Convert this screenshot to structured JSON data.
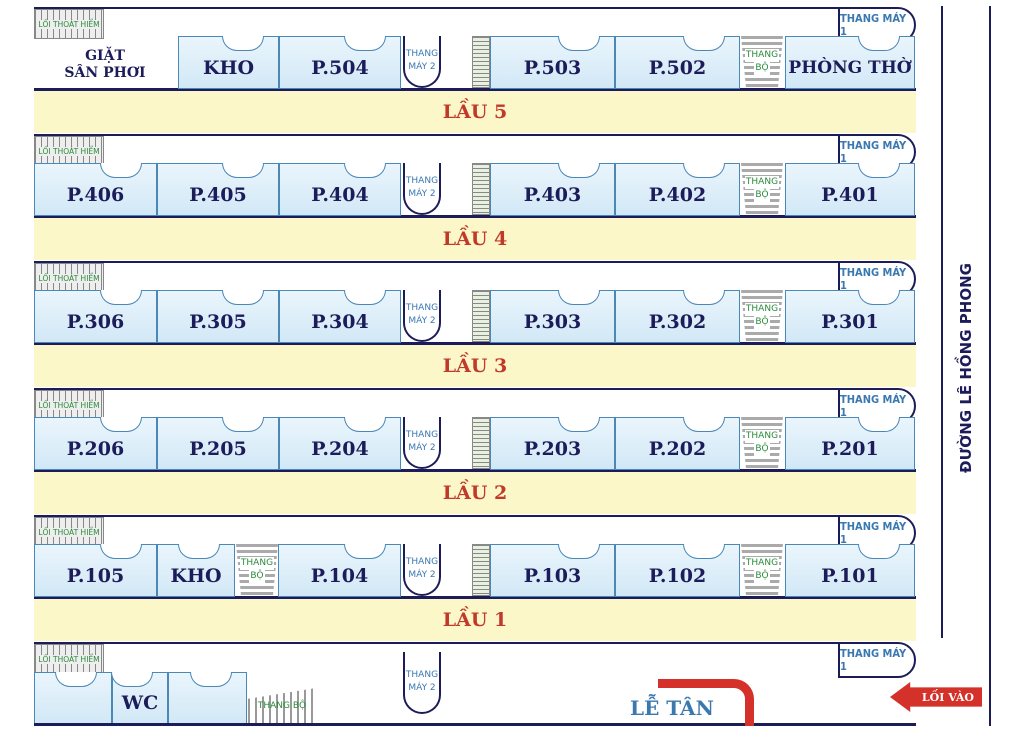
{
  "common": {
    "thang_may_1": "THANG MÁY 1",
    "thang_may_2": [
      "THANG",
      "MÁY 2"
    ],
    "thang_bo": [
      "THANG",
      "BỘ"
    ],
    "loi_thoat_hiem": "LỐI THOÁT HIỂM"
  },
  "road": "ĐƯỜNG LÊ HỒNG PHONG",
  "floors": [
    {
      "label": "LẦU 5",
      "side_label": [
        "GIẶT",
        "SÂN PHƠI"
      ],
      "rooms": [
        "KHO",
        "P.504",
        "P.503",
        "P.502",
        "PHÒNG THỜ"
      ]
    },
    {
      "label": "LẦU 4",
      "rooms": [
        "P.406",
        "P.405",
        "P.404",
        "P.403",
        "P.402",
        "P.401"
      ]
    },
    {
      "label": "LẦU 3",
      "rooms": [
        "P.306",
        "P.305",
        "P.304",
        "P.303",
        "P.302",
        "P.301"
      ]
    },
    {
      "label": "LẦU 2",
      "rooms": [
        "P.206",
        "P.205",
        "P.204",
        "P.203",
        "P.202",
        "P.201"
      ]
    },
    {
      "label": "LẦU 1",
      "rooms": [
        "P.105",
        "KHO",
        "P.104",
        "P.103",
        "P.102",
        "P.101"
      ]
    }
  ],
  "ground": {
    "wc": "WC",
    "thang_bo": "THANG BỘ",
    "le_tan": "LỄ TÂN",
    "loi_vao": "LỐI VÀO"
  },
  "colors": {
    "navy": "#1c1c5a",
    "room_blue": "#d2e8f6",
    "band": "#fcf7c8",
    "floor_label": "#c0392b",
    "accent_red": "#d4312a"
  }
}
